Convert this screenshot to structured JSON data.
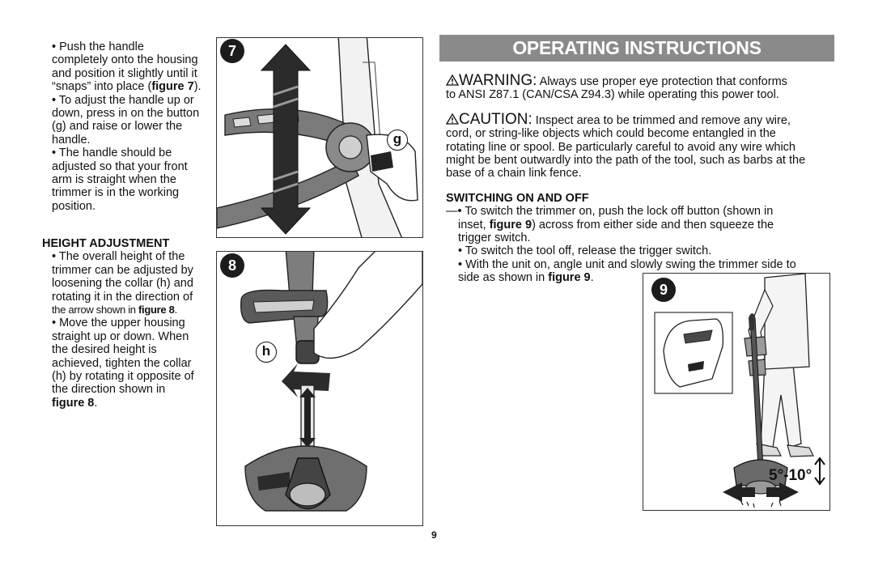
{
  "left": {
    "p1": [
      "• Push the handle",
      "completely onto the housing",
      "and position it slightly until it",
      "“snaps” into place (",
      "figure 7",
      ")."
    ],
    "p2": [
      "• To adjust the handle up or",
      "down, press in on the button",
      "(g) and raise or lower the",
      "handle."
    ],
    "p3": [
      "• The handle should be",
      "adjusted so that your front",
      "arm is straight when the",
      "trimmer is in the working",
      "position."
    ],
    "height_heading": "HEIGHT ADJUSTMENT",
    "p4": [
      "• The overall height of the",
      "trimmer can be adjusted by",
      "loosening the collar (h) and",
      "rotating it in the direction of",
      "the arrow shown in ",
      "figure 8",
      "."
    ],
    "p5": [
      "• Move the upper housing",
      "straight up or down. When",
      "the desired height is",
      "achieved, tighten the collar",
      "(h) by rotating it opposite of",
      "the direction shown in",
      "figure 8",
      "."
    ]
  },
  "figures": {
    "fig7_number": "7",
    "fig7_callout": "g",
    "fig8_number": "8",
    "fig8_callout": "h",
    "fig9_number": "9",
    "fig9_angle": "5°-10°"
  },
  "right": {
    "banner": "OPERATING INSTRUCTIONS",
    "warning_label": "WARNING:",
    "warning_text_1": " Always use proper eye protection that conforms",
    "warning_text_2": "to ANSI Z87.1 (CAN/CSA Z94.3) while operating this power tool.",
    "caution_label": "CAUTION:",
    "caution_text_1": " Inspect area to be trimmed and remove any wire,",
    "caution_text_2": "cord, or string-like objects which could become entangled in the",
    "caution_text_3": "rotating line or spool. Be particularly careful to avoid any wire which",
    "caution_text_4": "might be bent outwardly into the path of the tool, such as barbs at the",
    "caution_text_5": "base of a chain link fence.",
    "switch_heading": "SWITCHING ON AND OFF",
    "s1": [
      "—• To switch the trimmer on, push the lock off button (shown in",
      "inset, ",
      "figure 9",
      ") across from either side and then squeeze the",
      "trigger switch."
    ],
    "s2": "• To switch the tool off, release the trigger switch.",
    "s3": [
      "• With the unit on, angle unit and slowly swing the trimmer side to",
      "side as shown in ",
      "figure 9",
      "."
    ]
  },
  "page_number": "9"
}
